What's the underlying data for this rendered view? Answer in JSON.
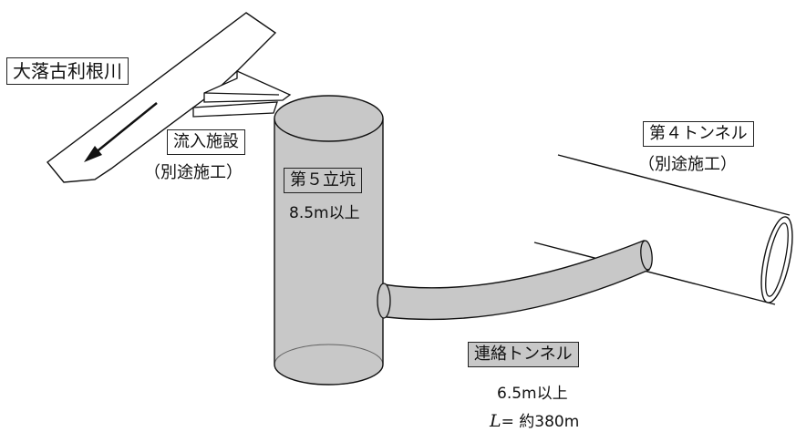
{
  "river": {
    "name": "大落古利根川"
  },
  "inflow": {
    "name": "流入施設",
    "note": "（別途施工）"
  },
  "shaft": {
    "name": "第５立坑",
    "size": "8.5m以上"
  },
  "tunnel4": {
    "name": "第４トンネル",
    "note": "（別途施工）"
  },
  "connector": {
    "name": "連絡トンネル",
    "size": "6.5m以上",
    "length_symbol": "L",
    "length_value": "= 約380m"
  },
  "colors": {
    "shaft_fill": "#c8c8c8",
    "line": "#111111",
    "background": "#ffffff"
  }
}
